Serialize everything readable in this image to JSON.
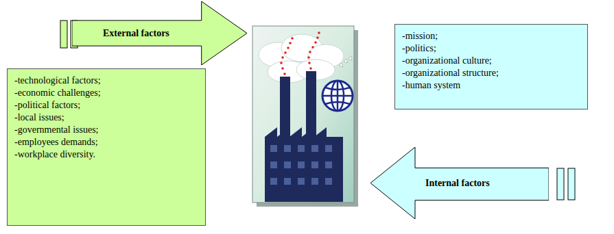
{
  "diagram": {
    "nodes": [
      {
        "text": [
          "External factors"
        ]
      },
      {
        "text": [
          "-technological factors;",
          "-economic challenges;",
          "-political factors;",
          "-local issues;",
          "-governmental issues;",
          "-employees demands;",
          "-workplace diversity."
        ]
      },
      {
        "text": [
          "-mission;",
          "-politics;",
          "-organizational culture;",
          "-organizational structure;",
          "-human system"
        ]
      },
      {
        "text": [
          "Internal factors"
        ]
      }
    ]
  }
}
